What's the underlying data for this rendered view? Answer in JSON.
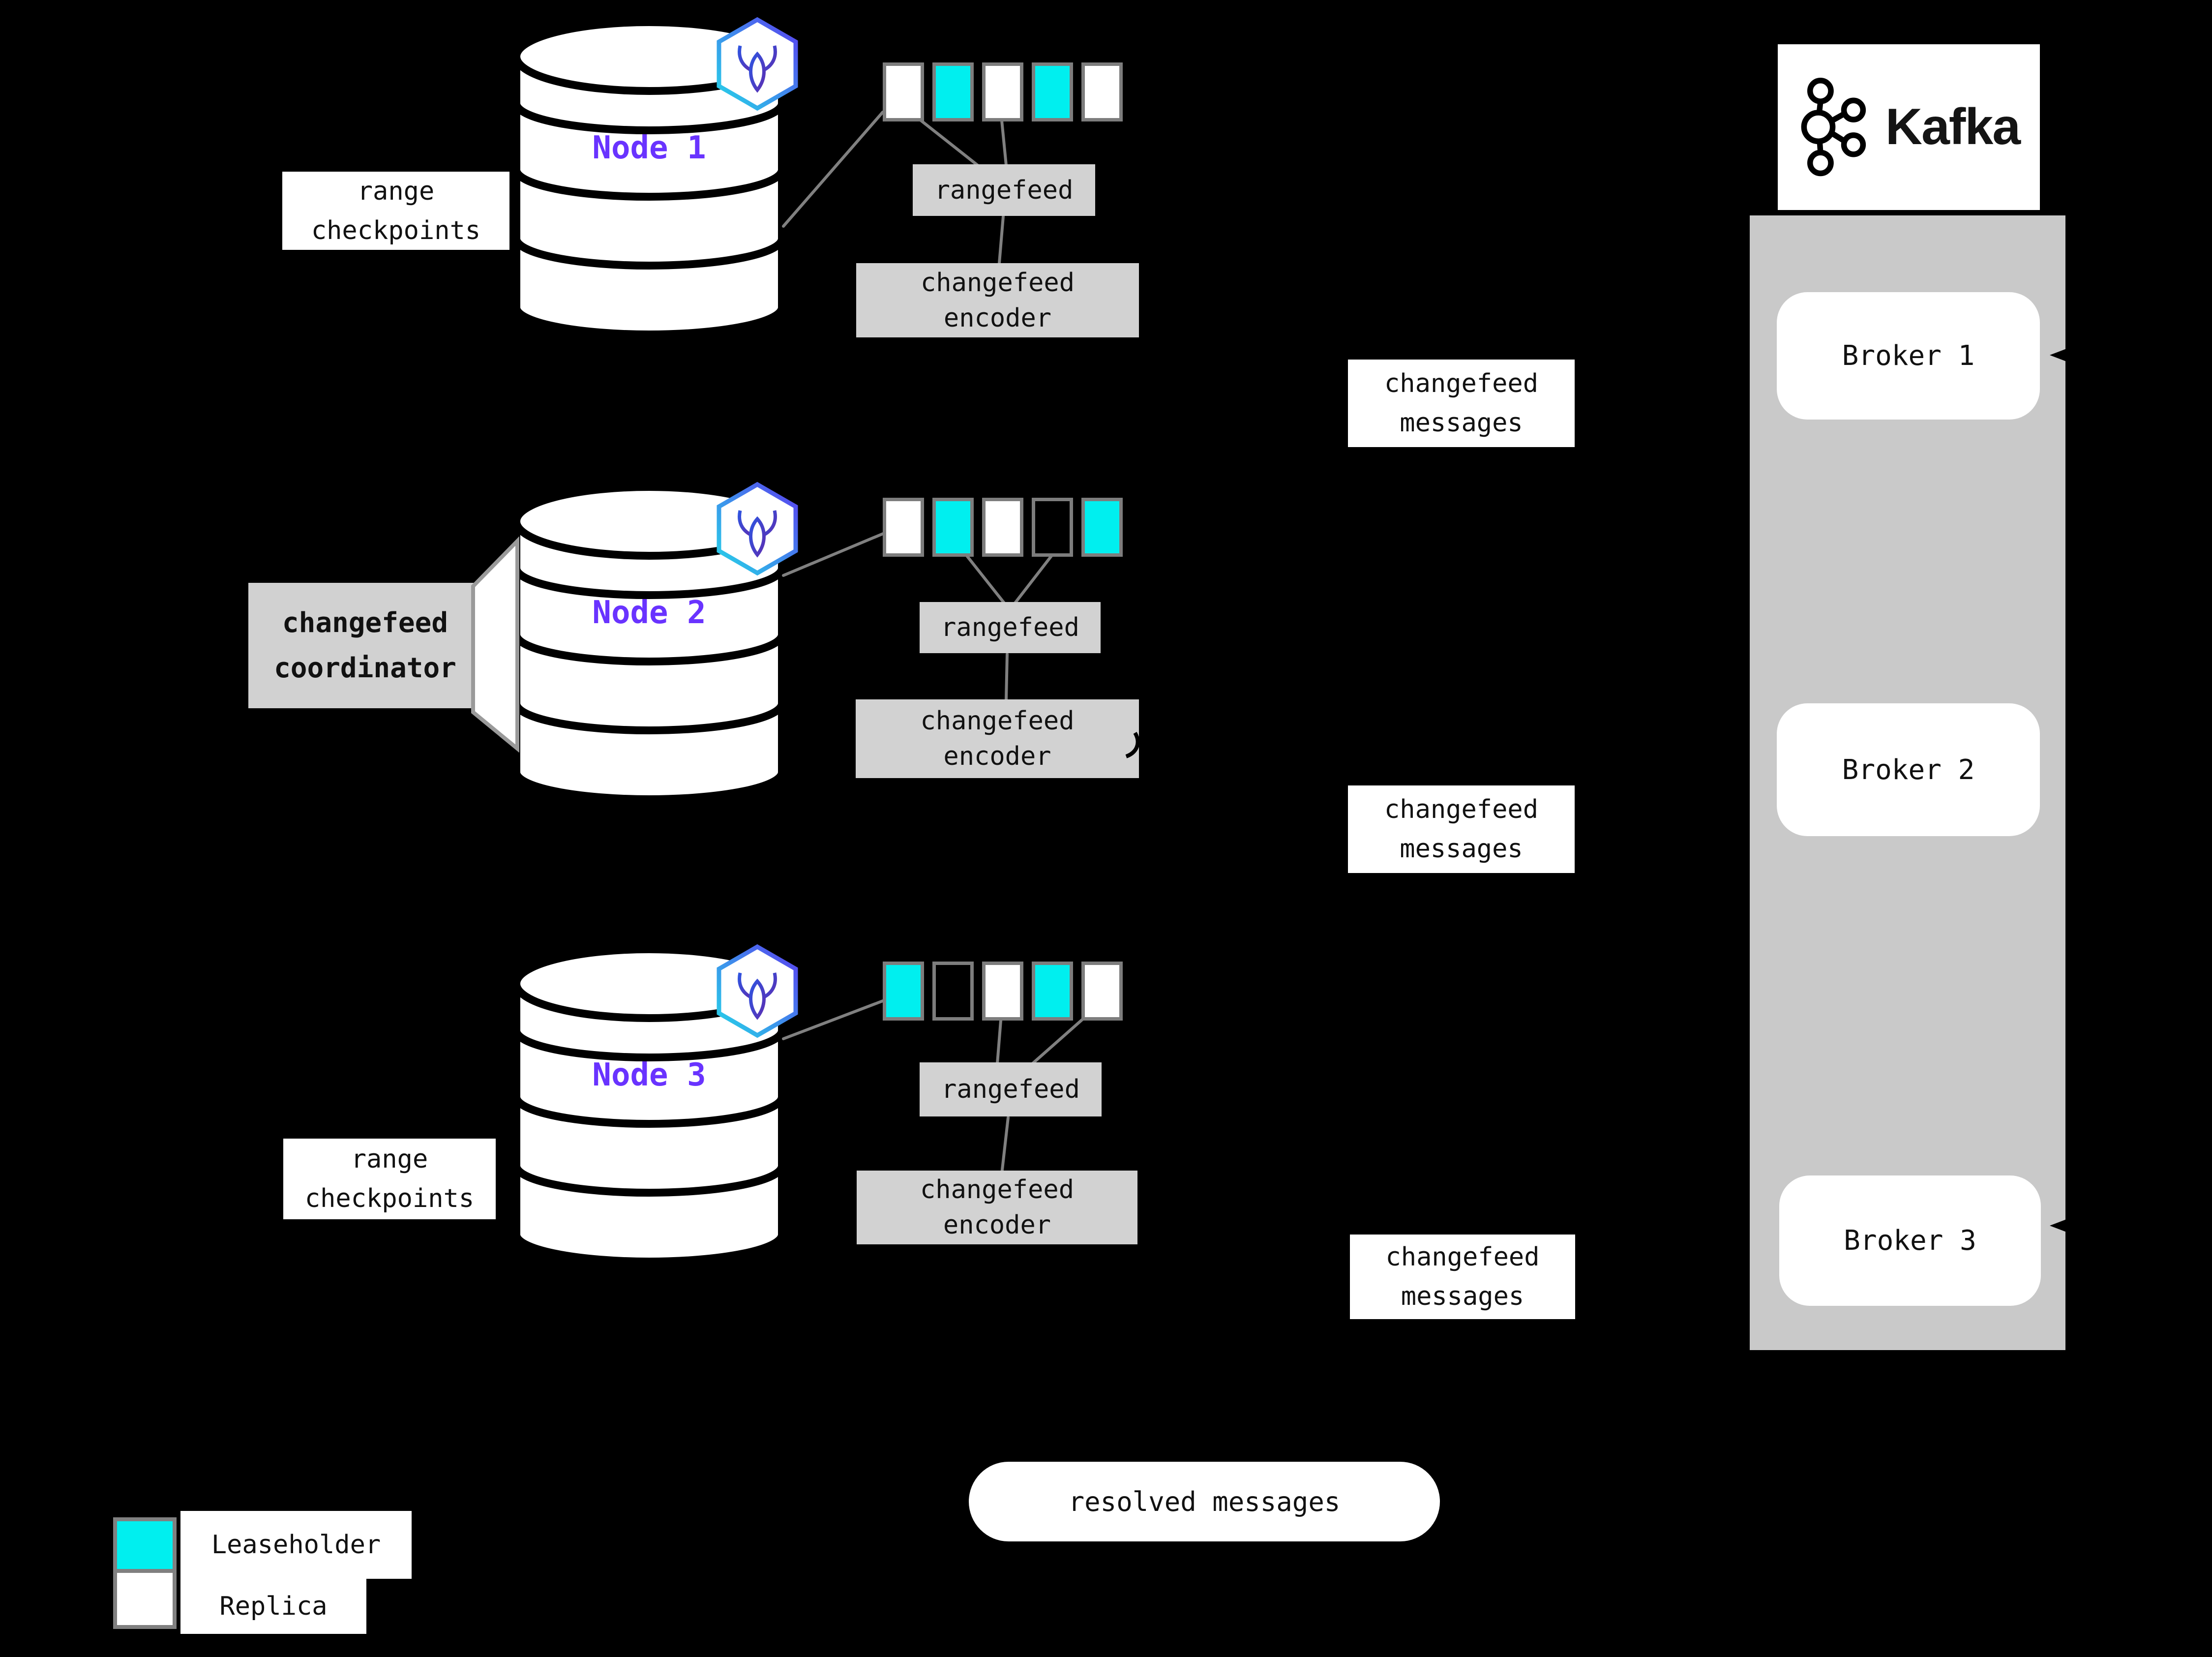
{
  "colors": {
    "background": "#000000",
    "leaseholder_cyan": "#00EFEF",
    "replica_white": "#FFFFFF",
    "empty_black": "#000000",
    "box_gray": "#D2D2D2",
    "container_gray": "#C9C9C9",
    "square_border_gray": "#7D7D7D",
    "node_label_purple": "#6933FF",
    "connector_gray": "#808080"
  },
  "nodes": [
    {
      "label": "Node 1",
      "icon": "cockroachdb-logo",
      "squares": [
        "replica",
        "leaseholder",
        "replica",
        "leaseholder",
        "replica"
      ],
      "rangefeed_label": "rangefeed",
      "encoder": {
        "line1": "changefeed",
        "line2": "encoder"
      }
    },
    {
      "label": "Node 2",
      "icon": "cockroachdb-logo",
      "squares": [
        "replica",
        "leaseholder",
        "replica",
        "empty",
        "leaseholder"
      ],
      "rangefeed_label": "rangefeed",
      "encoder": {
        "line1": "changefeed",
        "line2": "encoder"
      }
    },
    {
      "label": "Node 3",
      "icon": "cockroachdb-logo",
      "squares": [
        "leaseholder",
        "empty",
        "replica",
        "leaseholder",
        "replica"
      ],
      "rangefeed_label": "rangefeed",
      "encoder": {
        "line1": "changefeed",
        "line2": "encoder"
      }
    }
  ],
  "range_checkpoints": {
    "line1": "range",
    "line2": "checkpoints"
  },
  "coordinator": {
    "line1": "changefeed",
    "line2": "coordinator"
  },
  "messages": {
    "line1": "changefeed",
    "line2": "messages"
  },
  "kafka": {
    "brand": "Kafka",
    "brokers": [
      {
        "label": "Broker 1"
      },
      {
        "label": "Broker 2"
      },
      {
        "label": "Broker 3"
      }
    ]
  },
  "resolved": {
    "label": "resolved messages"
  },
  "legend": [
    {
      "swatch": "leaseholder",
      "label": "Leaseholder"
    },
    {
      "swatch": "replica",
      "label": "Replica"
    }
  ]
}
